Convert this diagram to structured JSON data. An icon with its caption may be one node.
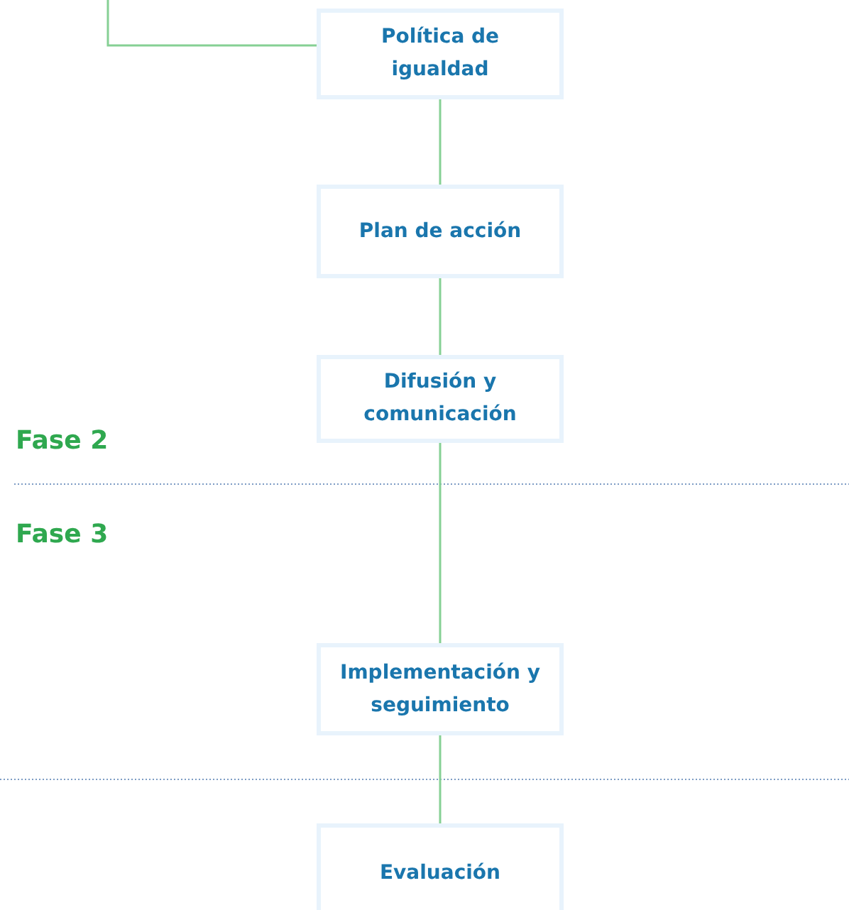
{
  "diagram": {
    "nodes": [
      {
        "text": [
          "Política de igualdad"
        ]
      },
      {
        "text": [
          "Plan de acción"
        ]
      },
      {
        "text": [
          "Difusión y comunicación"
        ]
      },
      {
        "text": [
          "Implementación y seguimiento"
        ]
      },
      {
        "text": [
          "Evaluación"
        ]
      }
    ],
    "edges": [
      {
        "from": null,
        "to": 0,
        "arrow": "none"
      },
      {
        "from": 0,
        "to": 1,
        "arrow": "none"
      },
      {
        "from": 1,
        "to": 2,
        "arrow": "none"
      },
      {
        "from": 2,
        "to": 3,
        "arrow": "none"
      },
      {
        "from": 3,
        "to": 4,
        "arrow": "none"
      }
    ],
    "labels": [
      "Fase 2",
      "Fase 3"
    ]
  }
}
